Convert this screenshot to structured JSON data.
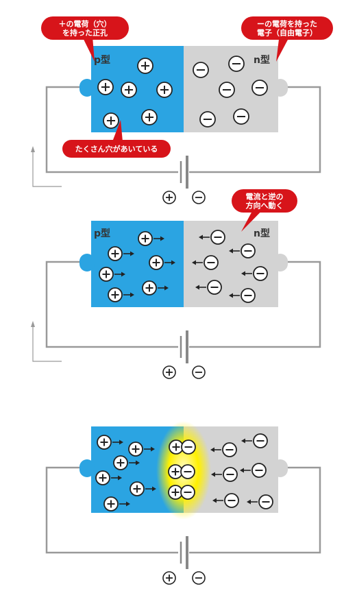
{
  "colors": {
    "p_region": "#2ba4e2",
    "n_region": "#d3d3d3",
    "wire": "#999999",
    "callout": "#d7141a",
    "glow": "#fff000"
  },
  "diagram1": {
    "p_label": "p型",
    "n_label": "n型",
    "callout_left": [
      "＋の電荷（穴）",
      "を持った正孔"
    ],
    "callout_right": [
      "ーの電荷を持った",
      "電子（自由電子）"
    ],
    "callout_bottom": "たくさん穴があいている"
  },
  "diagram2": {
    "p_label": "p型",
    "n_label": "n型",
    "callout": [
      "電流と逆の",
      "方向へ動く"
    ]
  },
  "battery": {
    "plus": "+",
    "minus": "−"
  },
  "icons": [
    "hole-plus-icon",
    "electron-minus-icon",
    "arrow-icon",
    "battery-icon",
    "current-direction-icon"
  ]
}
